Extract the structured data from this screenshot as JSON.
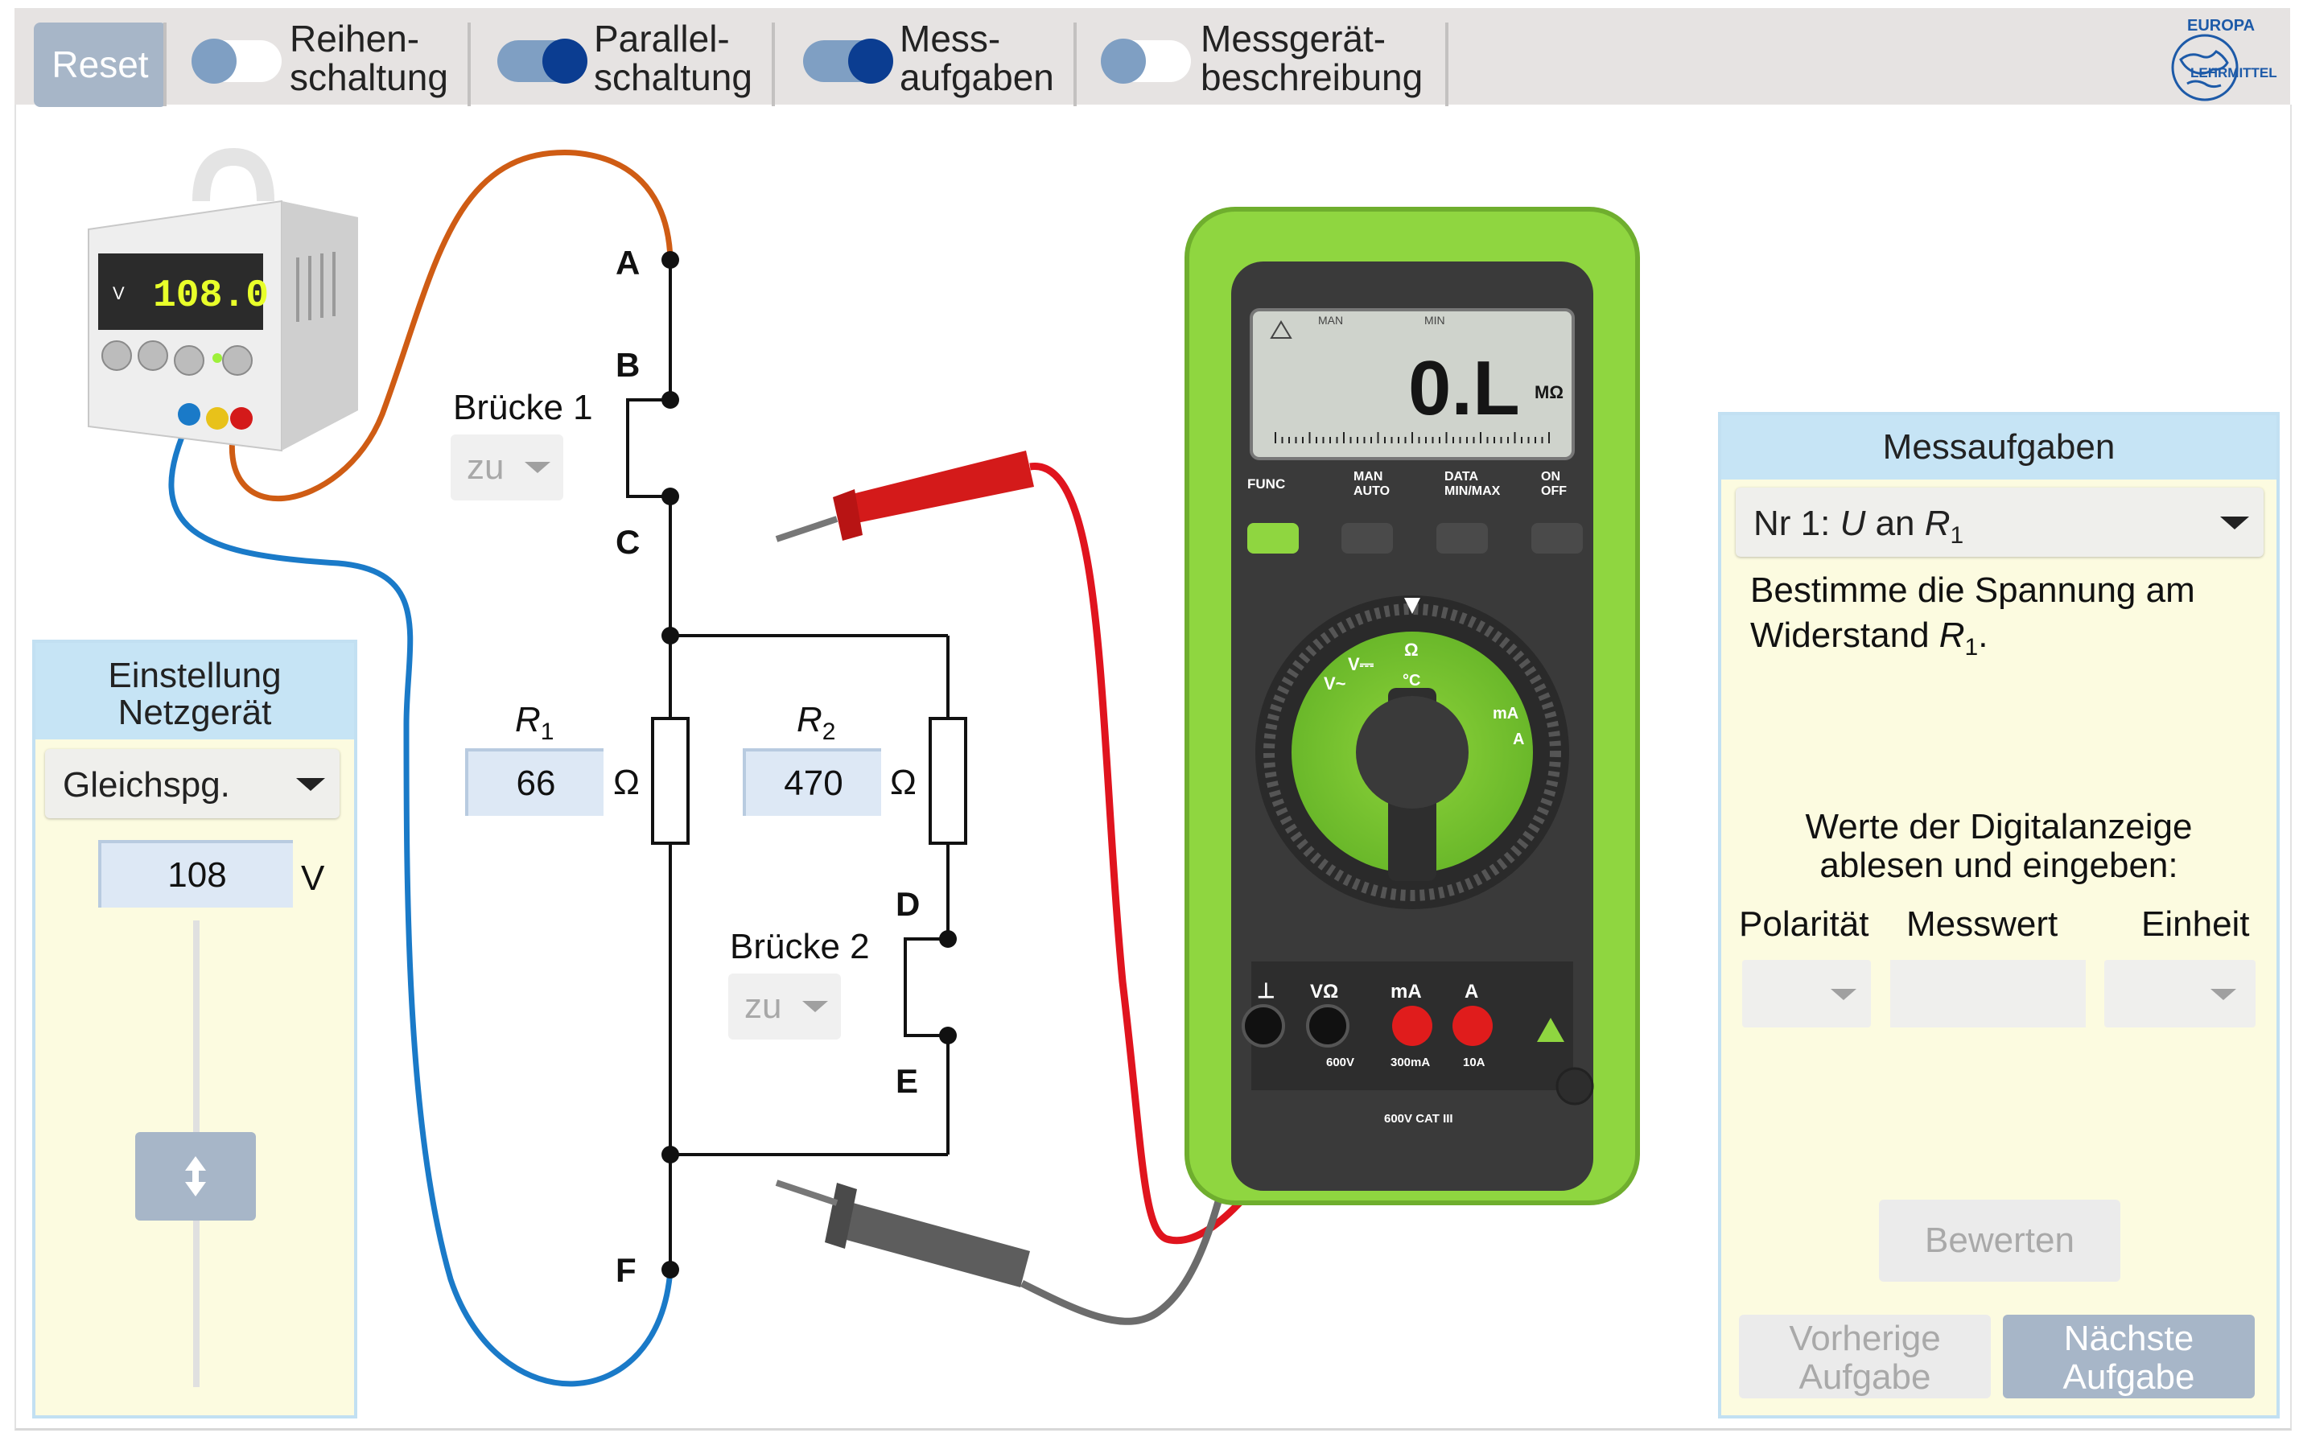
{
  "toolbar": {
    "reset_label": "Reset",
    "toggles": [
      {
        "line1": "Reihen-",
        "line2": "schaltung",
        "on": false
      },
      {
        "line1": "Parallel-",
        "line2": "schaltung",
        "on": true
      },
      {
        "line1": "Mess-",
        "line2": "aufgaben",
        "on": true
      },
      {
        "line1": "Messgerät-",
        "line2": "beschreibung",
        "on": false
      }
    ],
    "logo_text_top": "EUROPA",
    "logo_text_bottom": "LEHRMITTEL"
  },
  "power_supply": {
    "unit": "V",
    "display": "108.0"
  },
  "circuit": {
    "nodes": [
      "A",
      "B",
      "C",
      "D",
      "E",
      "F"
    ],
    "bridge1_label": "Brücke 1",
    "bridge1_value": "zu",
    "bridge2_label": "Brücke 2",
    "bridge2_value": "zu",
    "r1_symbol": "R",
    "r1_sub": "1",
    "r1_value": "66",
    "r1_unit": "Ω",
    "r2_symbol": "R",
    "r2_sub": "2",
    "r2_value": "470",
    "r2_unit": "Ω"
  },
  "multimeter": {
    "display_value": "0.L",
    "display_unit": "MΩ",
    "ind_man": "MAN",
    "ind_min": "MIN",
    "btn_func": "FUNC",
    "btn_man_auto_1": "MAN",
    "btn_man_auto_2": "AUTO",
    "btn_data_1": "DATA",
    "btn_data_2": "MIN/MAX",
    "btn_on_1": "ON",
    "btn_on_2": "OFF",
    "dial_ohm": "Ω",
    "dial_vdc": "V⎓",
    "dial_vac": "V~",
    "dial_temp": "°C",
    "dial_ma": "mA",
    "dial_a": "A",
    "jack_com": "⊥",
    "jack_v": "VΩ",
    "jack_ma": "mA",
    "jack_a": "A",
    "jack_v_rating": "600V",
    "jack_ma_rating": "300mA",
    "jack_a_rating": "10A",
    "cat_label": "600V CAT III"
  },
  "left_panel": {
    "title_line1": "Einstellung",
    "title_line2": "Netzgerät",
    "mode": "Gleichspg.",
    "voltage_value": "108",
    "voltage_unit": "V"
  },
  "right_panel": {
    "title": "Messaufgaben",
    "task_prefix": "Nr 1: ",
    "task_u": "U",
    "task_mid": " an ",
    "task_r": "R",
    "task_sub": "1",
    "desc_line1": "Bestimme die Spannung am",
    "desc_line2_a": "Widerstand ",
    "desc_line2_r": "R",
    "desc_line2_sub": "1",
    "desc_line2_end": ".",
    "instr_line1": "Werte der Digitalanzeige",
    "instr_line2": "ablesen und eingeben:",
    "col_polarity": "Polarität",
    "col_value": "Messwert",
    "col_unit": "Einheit",
    "evaluate_label": "Bewerten",
    "prev_line1": "Vorherige",
    "prev_line2": "Aufgabe",
    "next_line1": "Nächste",
    "next_line2": "Aufgabe"
  }
}
